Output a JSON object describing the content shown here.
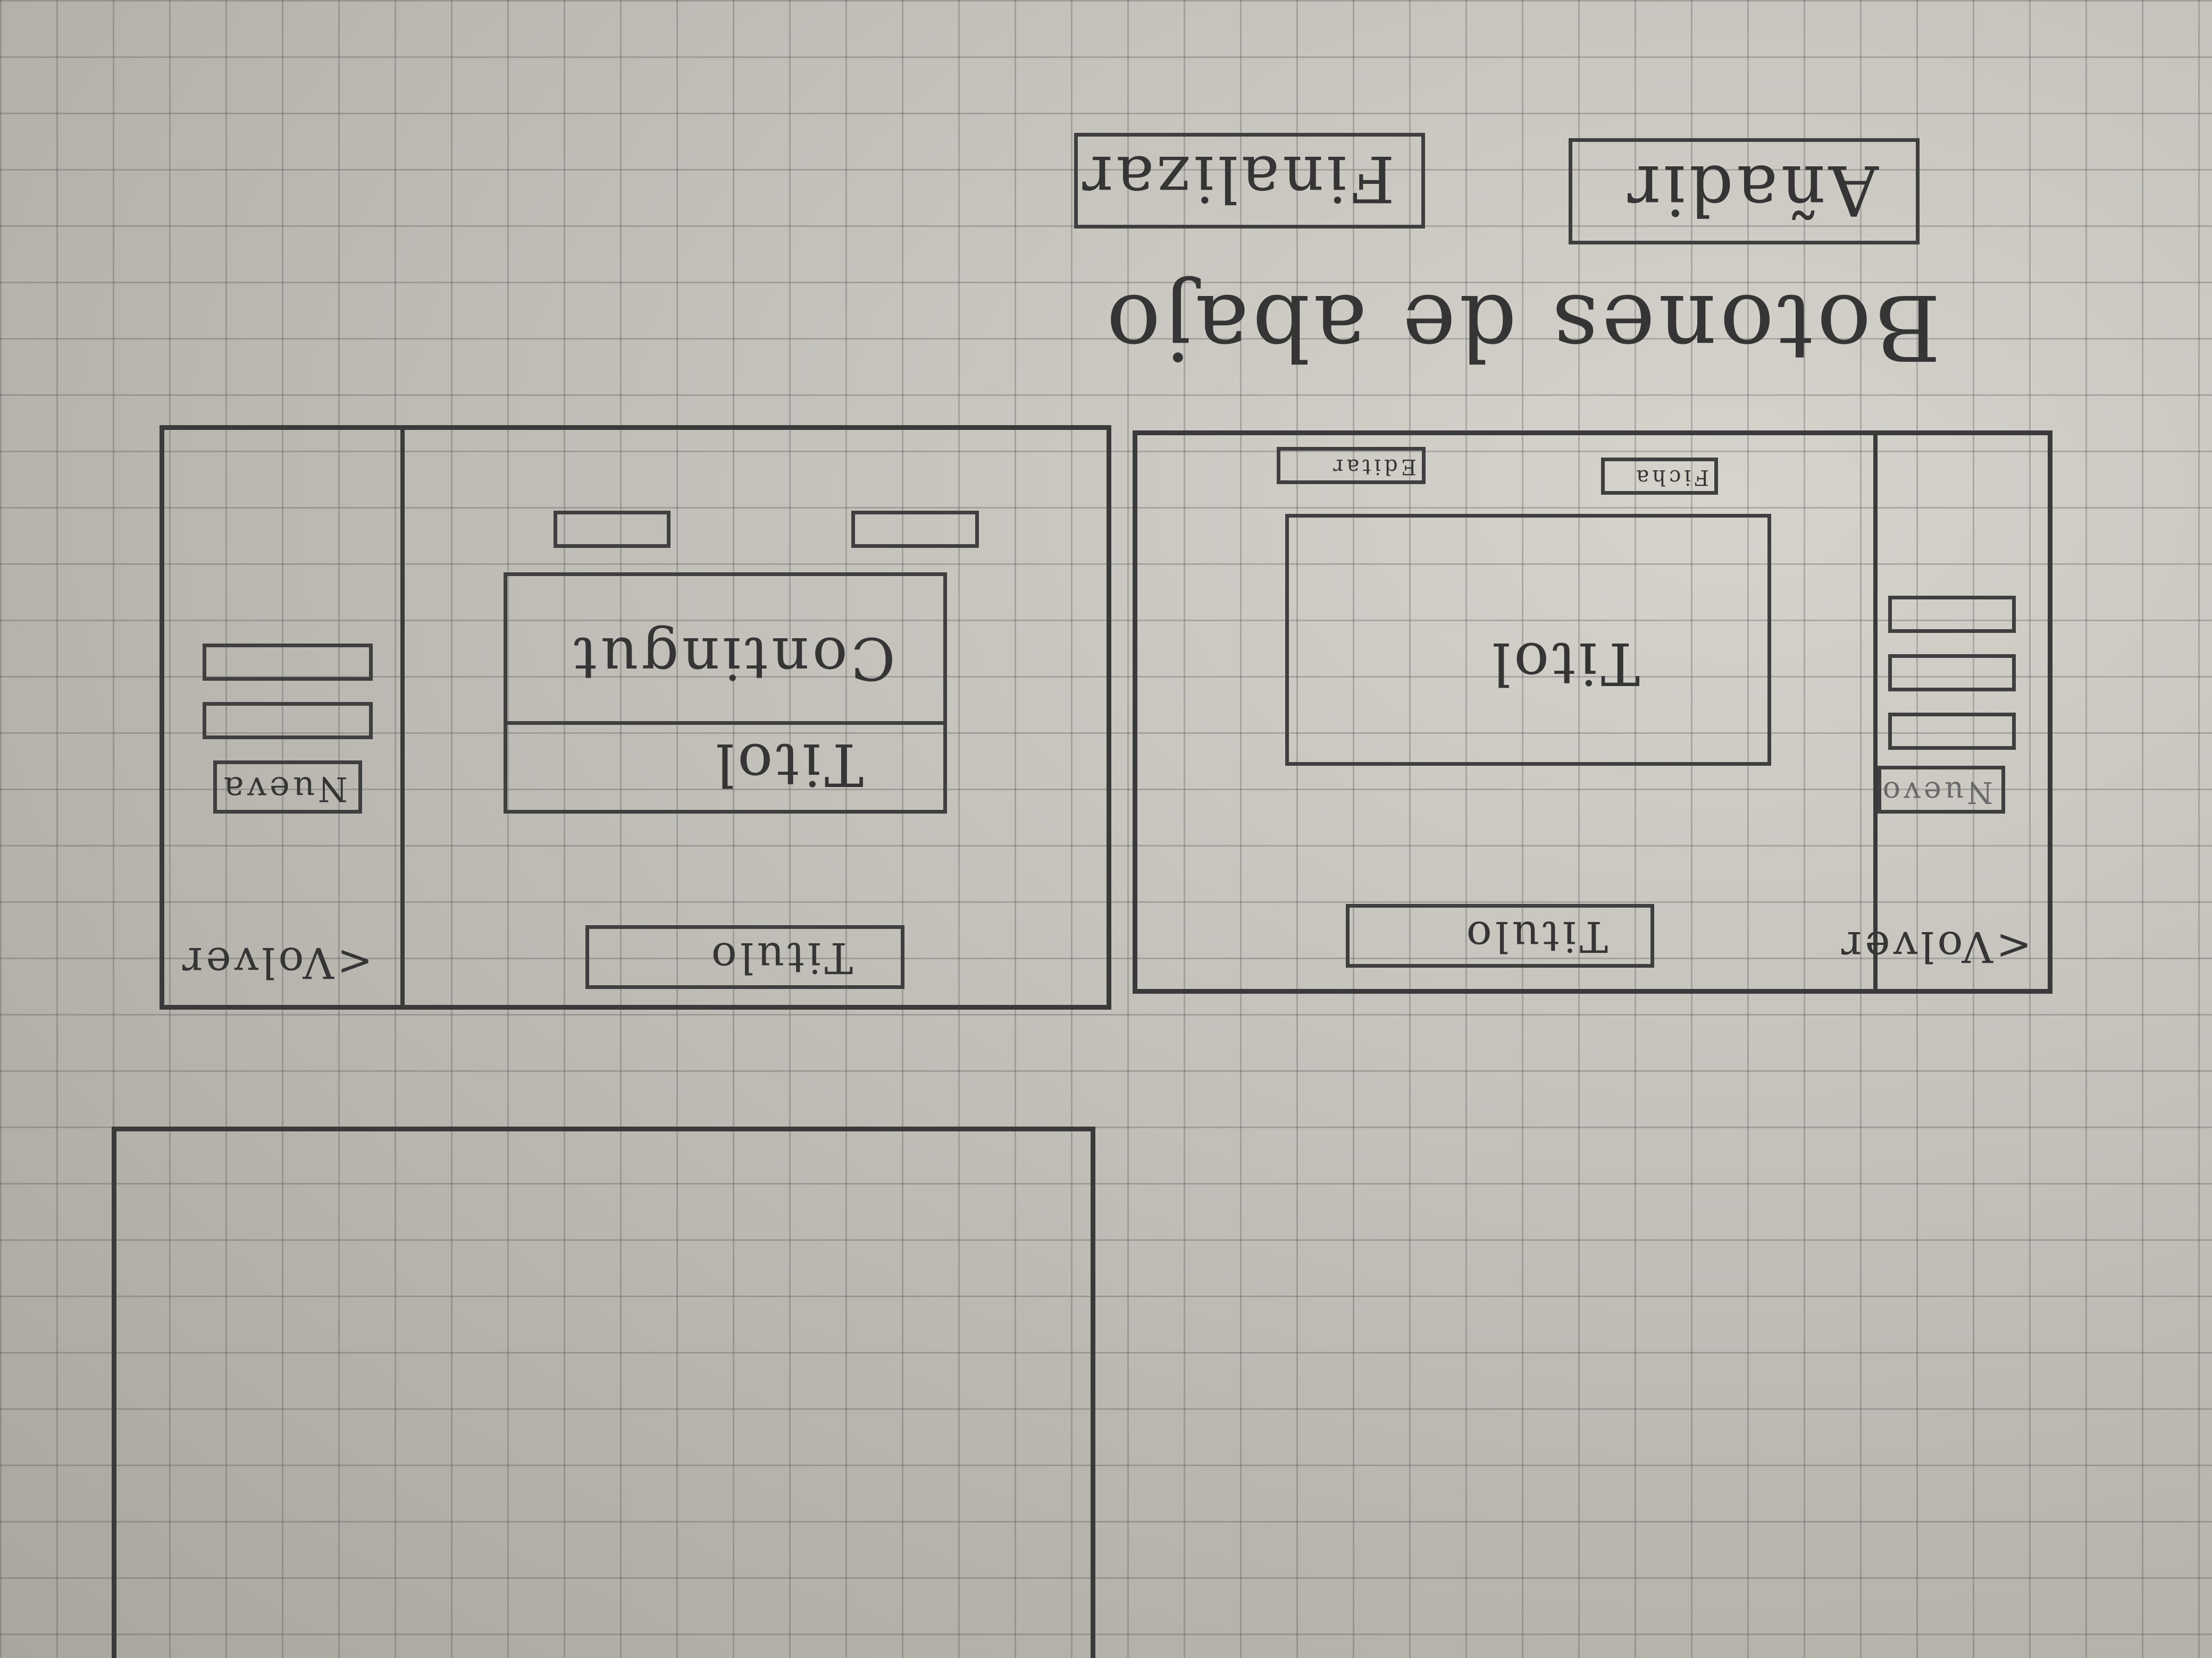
{
  "heading": "Botones de abajo",
  "buttons": {
    "add": "Añadir",
    "finish": "Finalizar"
  },
  "sketch_right": {
    "back_label": "<Volver",
    "title_button": "Titulo",
    "new_button": "Nuevo",
    "card_title": "Titol",
    "small_button_a": "Ficha",
    "small_button_b": "Editar"
  },
  "sketch_left": {
    "back_label": "<Volver",
    "title_button": "Titulo",
    "new_button": "Nueva",
    "card_title": "Titol",
    "card_content": "Contingut"
  }
}
